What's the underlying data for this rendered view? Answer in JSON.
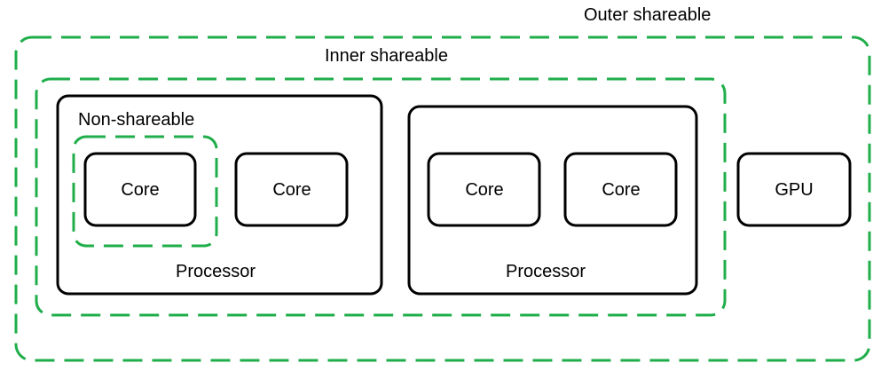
{
  "colors": {
    "domain_border": "#1fae4a",
    "box_border": "#000000"
  },
  "domains": {
    "outer": {
      "label": "Outer shareable"
    },
    "inner": {
      "label": "Inner shareable"
    },
    "non": {
      "label": "Non-shareable"
    }
  },
  "processors": [
    {
      "label": "Processor",
      "cores": [
        {
          "label": "Core"
        },
        {
          "label": "Core"
        }
      ]
    },
    {
      "label": "Processor",
      "cores": [
        {
          "label": "Core"
        },
        {
          "label": "Core"
        }
      ]
    }
  ],
  "gpu": {
    "label": "GPU"
  }
}
